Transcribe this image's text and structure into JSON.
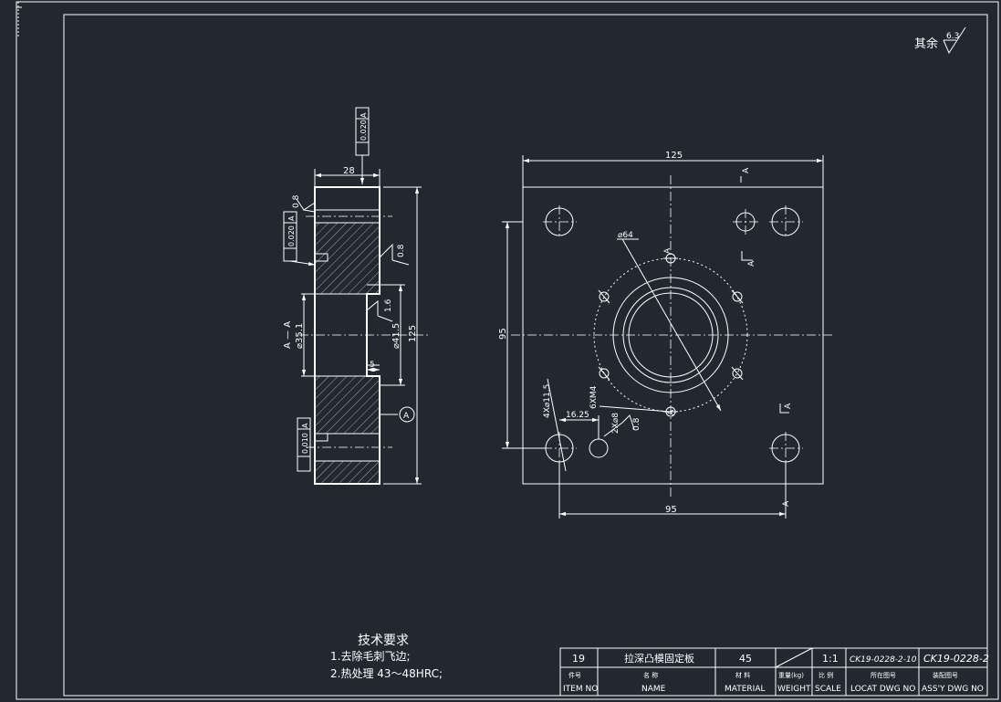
{
  "roughness_note": {
    "prefix": "其余",
    "value": "6.3"
  },
  "section_view": {
    "label": "A — A",
    "dims": {
      "width_top": "28",
      "dia_inner": "⌀35.1",
      "dia_counter": "⌀41.5",
      "height": "125",
      "step": "5",
      "rough_left": "0.8",
      "rough_right": "0.8",
      "rough_bore": "1.6"
    },
    "tolerances": {
      "top": "0.020",
      "left": "0.020",
      "bottom": "0.010",
      "datum": "A"
    }
  },
  "front_view": {
    "dims": {
      "width": "125",
      "height": "95",
      "hole_spacing": "95",
      "bolt_circle": "⌀64",
      "offset": "16.25",
      "holes_large": "4X⌀11.5",
      "holes_small": "2X⌀8",
      "threaded": "6XM4",
      "rough": "0.8"
    },
    "section_marker": "A"
  },
  "tech_requirements": {
    "title": "技术要求",
    "items": [
      "1.去除毛刺飞边;",
      "2.热处理 43～48HRC;"
    ]
  },
  "title_block": {
    "item_no": "19",
    "name": "拉深凸模固定板",
    "material": "45",
    "weight": "",
    "scale": "1:1",
    "locat_dwg_no": "CK19-0228-2-10",
    "assy_dwg_no": "CK19-0228-2",
    "headers": {
      "item_cn": "件号",
      "item_en": "ITEM NO",
      "name_cn": "名 称",
      "name_en": "NAME",
      "material_cn": "材 料",
      "material_en": "MATERIAL",
      "weight_cn": "重量(kg)",
      "weight_en": "WEIGHT",
      "scale_cn": "比 例",
      "scale_en": "SCALE",
      "locat_cn": "所在图号",
      "locat_en": "LOCAT DWG NO",
      "assy_cn": "装配图号",
      "assy_en": "ASS'Y DWG NO"
    }
  }
}
